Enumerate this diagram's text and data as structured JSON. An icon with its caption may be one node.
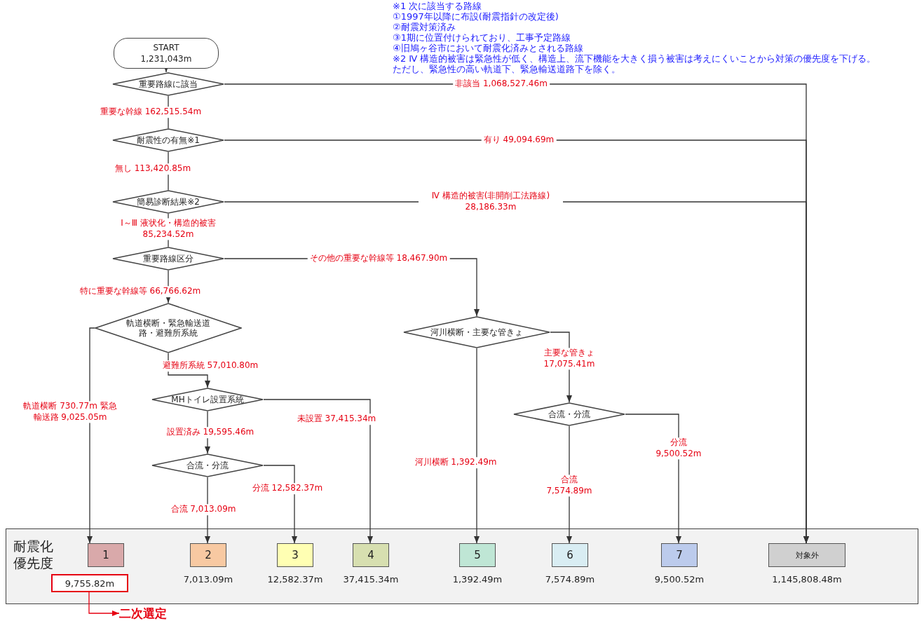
{
  "diagram": {
    "nodes": [
      {
        "text": [
          "START 1,231,043m"
        ]
      },
      {
        "text": [
          "重要路線に該当"
        ]
      },
      {
        "text": [
          "耐震性の有無※1"
        ]
      },
      {
        "text": [
          "簡易診断結果※2"
        ]
      },
      {
        "text": [
          "重要路線区分"
        ]
      },
      {
        "text": [
          "軌道横断・緊急輸送道路・避難所系統"
        ]
      },
      {
        "text": [
          "河川横断・主要な管きょ"
        ]
      },
      {
        "text": [
          "MHトイレ設置系統"
        ]
      },
      {
        "text": [
          "合流・分流"
        ]
      },
      {
        "text": [
          "合流・分流"
        ]
      },
      {
        "text": [
          "耐震化優先度"
        ]
      },
      {
        "text": [
          "1"
        ],
        "in": 10
      },
      {
        "text": [
          "2"
        ],
        "in": 10,
        "beside": [
          "7,013.09m"
        ]
      },
      {
        "text": [
          "3"
        ],
        "in": 10,
        "beside": [
          "12,582.37m"
        ]
      },
      {
        "text": [
          "4"
        ],
        "in": 10,
        "beside": [
          "37,415.34m"
        ]
      },
      {
        "text": [
          "5"
        ],
        "in": 10,
        "beside": [
          "1,392.49m"
        ]
      },
      {
        "text": [
          "6"
        ],
        "in": 10,
        "beside": [
          "7,574.89m"
        ]
      },
      {
        "text": [
          "7"
        ],
        "in": 10,
        "beside": [
          "9,500.52m"
        ]
      },
      {
        "text": [
          "対象外"
        ],
        "in": 10,
        "beside": [
          "1,145,808.48m"
        ]
      },
      {
        "text": [
          "9,755.82m"
        ],
        "in": 10
      },
      {
        "text": [
          "二次選定"
        ]
      }
    ],
    "edges": [
      {
        "from": 0,
        "to": 1,
        "arrow": "to"
      },
      {
        "from": 1,
        "to": 18,
        "arrow": "to",
        "label": "非該当 1,068,527.46m"
      },
      {
        "from": 1,
        "to": 2,
        "arrow": "none",
        "label": "重要な幹線 162,515.54m"
      },
      {
        "from": 2,
        "to": 18,
        "arrow": "to",
        "label": "有り 49,094.69m"
      },
      {
        "from": 2,
        "to": 3,
        "arrow": "none",
        "label": "無し 113,420.85m"
      },
      {
        "from": 3,
        "to": 18,
        "arrow": "to",
        "label": "Ⅳ 構造的被害(非開削工法路線) 28,186.33m"
      },
      {
        "from": 3,
        "to": 4,
        "arrow": "none",
        "label": "Ⅰ～Ⅲ 液状化・構造的被害 85,234.52m"
      },
      {
        "from": 4,
        "to": 6,
        "arrow": "to",
        "label": "その他の重要な幹線等 18,467.90m"
      },
      {
        "from": 4,
        "to": 5,
        "arrow": "to",
        "label": "特に重要な幹線等 66,766.62m"
      },
      {
        "from": 5,
        "to": 11,
        "arrow": "to",
        "label": "軌道横断 730.77m 緊急輸送路 9,025.05m"
      },
      {
        "from": 5,
        "to": 7,
        "arrow": "to",
        "label": "避難所系統 57,010.80m"
      },
      {
        "from": 7,
        "to": 14,
        "arrow": "to",
        "label": "未設置 37,415.34m"
      },
      {
        "from": 7,
        "to": 8,
        "arrow": "to",
        "label": "設置済み 19,595.46m"
      },
      {
        "from": 8,
        "to": 12,
        "arrow": "to",
        "label": "合流 7,013.09m"
      },
      {
        "from": 8,
        "to": 13,
        "arrow": "to",
        "label": "分流 12,582.37m"
      },
      {
        "from": 6,
        "to": 15,
        "arrow": "to",
        "label": "河川横断 1,392.49m"
      },
      {
        "from": 6,
        "to": 9,
        "arrow": "to",
        "label": "主要な管きょ 17,075.41m"
      },
      {
        "from": 9,
        "to": 16,
        "arrow": "to",
        "label": "合流 7,574.89m"
      },
      {
        "from": 9,
        "to": 17,
        "arrow": "to",
        "label": "分流 9,500.52m"
      },
      {
        "from": 19,
        "to": 20,
        "arrow": "to",
        "color": "#e60012"
      }
    ],
    "labels": [
      "※1 次に該当する路線",
      "①1997年以降に布設(耐震指針の改定後)",
      "②耐震対策済み",
      "③1期に位置付けられており、工事予定路線",
      "④旧鳩ヶ谷市において耐震化済みとされる路線",
      "※2 Ⅳ 構造的被害は緊急性が低く、構造上、流下機能を大きく損う被害は考えにくいことから対策の優先度を下げる。",
      "ただし、緊急性の高い軌道下、緊急輸送道路下を除く。"
    ]
  }
}
